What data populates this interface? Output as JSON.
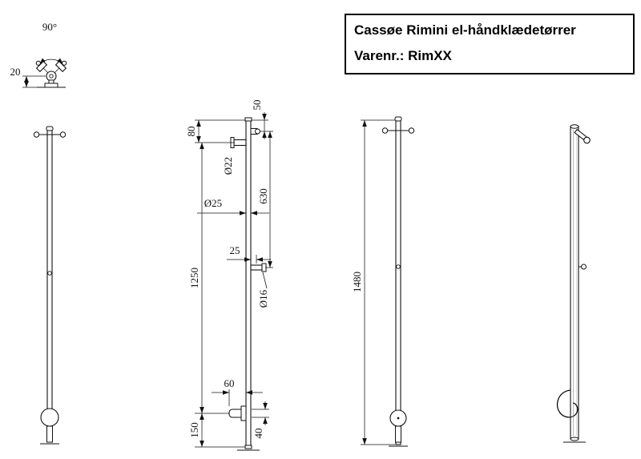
{
  "title_block": {
    "line1": "Cassøe Rimini el-håndklædetørrer",
    "line2": "Varenr.: RimXX"
  },
  "dims": {
    "angle": "90°",
    "wall": "20",
    "d80": "80",
    "d50": "50",
    "dia22": "Ø22",
    "d630": "630",
    "dia25": "Ø25",
    "d1250": "1250",
    "d25": "25",
    "dia16": "Ø16",
    "d1480": "1480",
    "d60": "60",
    "d150": "150",
    "d40": "40"
  },
  "colors": {
    "line": "#111111",
    "background": "#ffffff"
  }
}
